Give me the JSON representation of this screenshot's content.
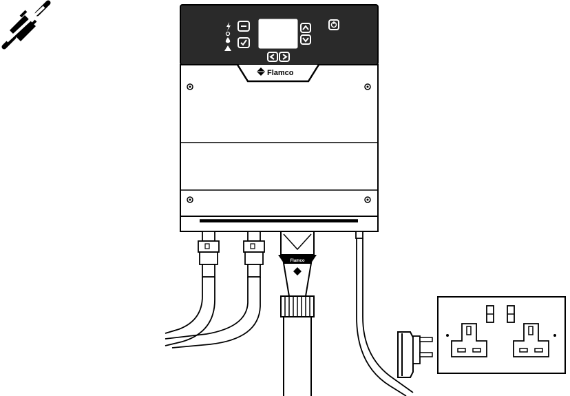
{
  "brand": {
    "name": "Flamco",
    "connector_label": "Flamco"
  },
  "control_panel": {
    "icons": [
      "lightning-icon",
      "dot-icon",
      "droplet-icon",
      "warning-icon"
    ],
    "buttons": [
      "menu-button",
      "confirm-button",
      "up-button",
      "down-button",
      "left-button",
      "right-button",
      "power-button"
    ]
  },
  "colors": {
    "line": "#000000",
    "panel": "#2a2a2a",
    "display": "#ffffff",
    "body": "#ffffff"
  },
  "status": {
    "unplugged_icon": "unplugged-plug-icon"
  }
}
